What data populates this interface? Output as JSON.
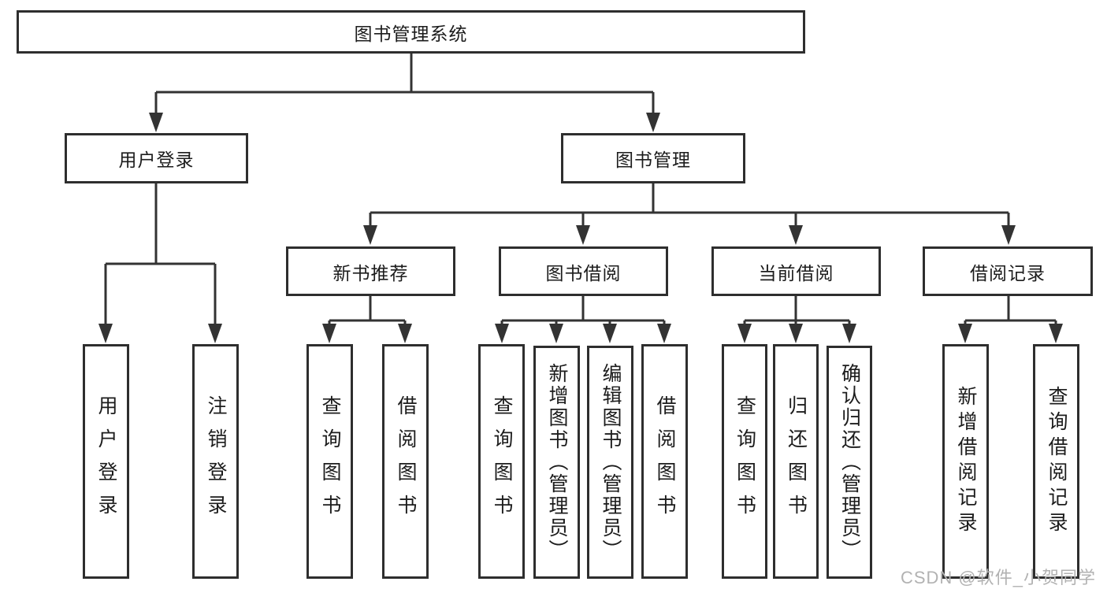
{
  "nodes": {
    "root": "图书管理系统",
    "l2": [
      "用户登录",
      "图书管理"
    ],
    "l3": [
      "新书推荐",
      "图书借阅",
      "当前借阅",
      "借阅记录"
    ],
    "leaves": {
      "login": [
        "用户登录",
        "注销登录"
      ],
      "newbook": [
        "查询图书",
        "借阅图书"
      ],
      "borrow": [
        "查询图书",
        "新增图书（管理员）",
        "编辑图书（管理员）",
        "借阅图书"
      ],
      "current": [
        "查询图书",
        "归还图书",
        "确认归还（管理员）"
      ],
      "records": [
        "新增借阅记录",
        "查询借阅记录"
      ]
    }
  },
  "watermark": "CSDN @软件_小贺同学",
  "colors": {
    "line": "#333333",
    "box_border": "#2e2e2e",
    "text": "#1c1c1c",
    "watermark": "#b2b2b2",
    "background": "#ffffff"
  }
}
